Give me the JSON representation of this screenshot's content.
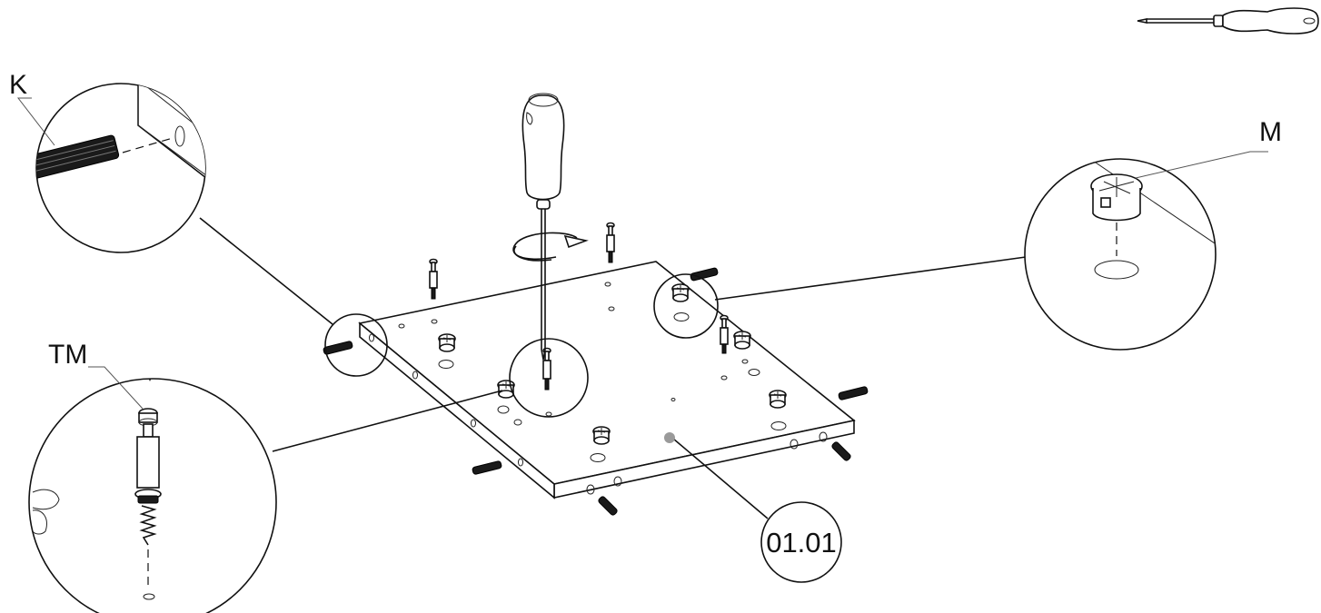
{
  "callouts": {
    "k": {
      "label": "K"
    },
    "tm": {
      "label": "TM"
    },
    "m": {
      "label": "M"
    }
  },
  "part": {
    "number": "01.01"
  },
  "colors": {
    "line": "#111111",
    "background": "#ffffff",
    "marker": "#9a9a9a"
  },
  "icons": [
    "screwdriver-icon",
    "screwdriver-tool-icon",
    "rotation-arrow-icon",
    "wooden-dowel-icon",
    "cam-lock-icon",
    "cam-bolt-icon"
  ]
}
